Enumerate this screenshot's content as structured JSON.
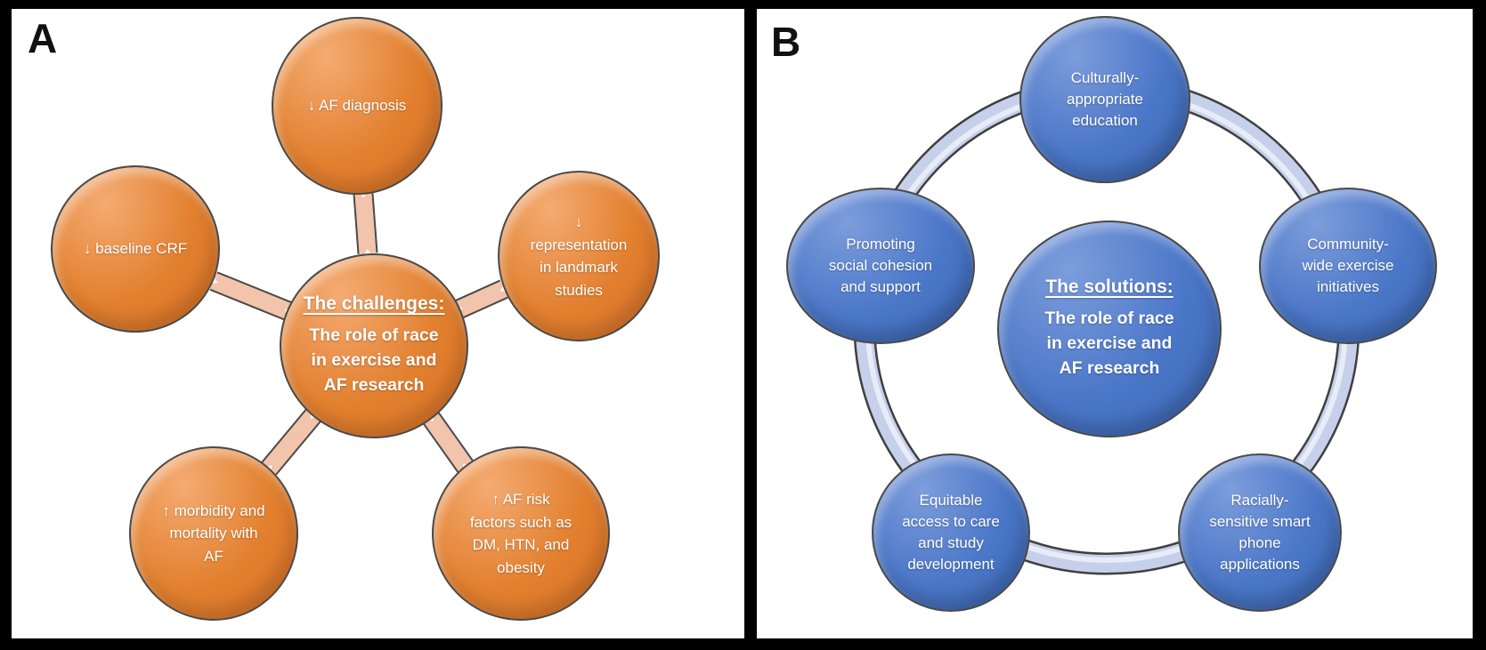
{
  "panels": {
    "a": {
      "label": "A",
      "center": {
        "heading": "The challenges:",
        "body": "The role of race\nin exercise and\nAF research"
      },
      "nodes": [
        {
          "id": "af-diagnosis",
          "text": "↓ AF diagnosis"
        },
        {
          "id": "baseline-crf",
          "text": "↓ baseline CRF"
        },
        {
          "id": "representation",
          "text": "↓\nrepresentation\nin landmark\nstudies"
        },
        {
          "id": "morbidity-mortality",
          "text": "↑ morbidity and\nmortality with\nAF"
        },
        {
          "id": "af-risk-factors",
          "text": "↑ AF risk\nfactors such as\nDM, HTN, and\nobesity"
        }
      ]
    },
    "b": {
      "label": "B",
      "center": {
        "heading": "The solutions:",
        "body": "The role of race\nin exercise and\nAF research"
      },
      "nodes": [
        {
          "id": "culturally-appropriate-education",
          "text": "Culturally-\nappropriate\neducation"
        },
        {
          "id": "promoting-social-cohesion",
          "text": "Promoting\nsocial cohesion\nand support"
        },
        {
          "id": "community-wide-exercise",
          "text": "Community-\nwide exercise\ninitiatives"
        },
        {
          "id": "equitable-access",
          "text": "Equitable\naccess to care\nand study\ndevelopment"
        },
        {
          "id": "racially-sensitive-apps",
          "text": "Racially-\nsensitive smart\nphone\napplications"
        }
      ]
    }
  },
  "colors": {
    "challenge_node_fill": "#E2802F",
    "solution_node_fill": "#4472C4",
    "connector_beam": "#F2C4AB",
    "cycle_ring": "#C6D0EA",
    "node_text": "#FFFFFF",
    "frame_background": "#000000",
    "panel_background": "#FFFFFF"
  }
}
